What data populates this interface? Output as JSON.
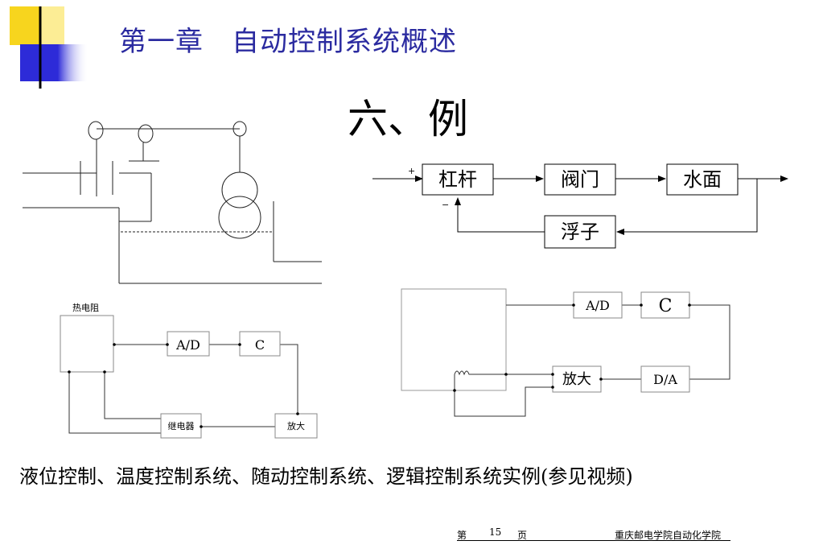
{
  "header": {
    "title": "第一章　自动控制系统概述"
  },
  "section_title": "六、例",
  "flow_diagram": {
    "plus_sign": "+",
    "minus_sign": "−",
    "blocks": {
      "lever": "杠杆",
      "valve": "阀门",
      "water": "水面",
      "float": "浮子"
    }
  },
  "temp_diagram": {
    "sensor_label": "热电阻",
    "ad": "A/D",
    "controller": "C",
    "relay": "继电器",
    "amplifier": "放大"
  },
  "servo_diagram": {
    "ad": "A/D",
    "controller": "C",
    "amplifier": "放大",
    "da": "D/A"
  },
  "caption": "液位控制、温度控制系统、随动控制系统、逻辑控制系统实例(参见视频)",
  "footer": {
    "page_prefix": "第",
    "page_number": "15",
    "page_suffix": "页",
    "institution": "重庆邮电学院自动化学院"
  },
  "colors": {
    "title": "#2b2ba0",
    "accent_yellow": "#f7d51e",
    "accent_blue": "#2d2bd8"
  }
}
